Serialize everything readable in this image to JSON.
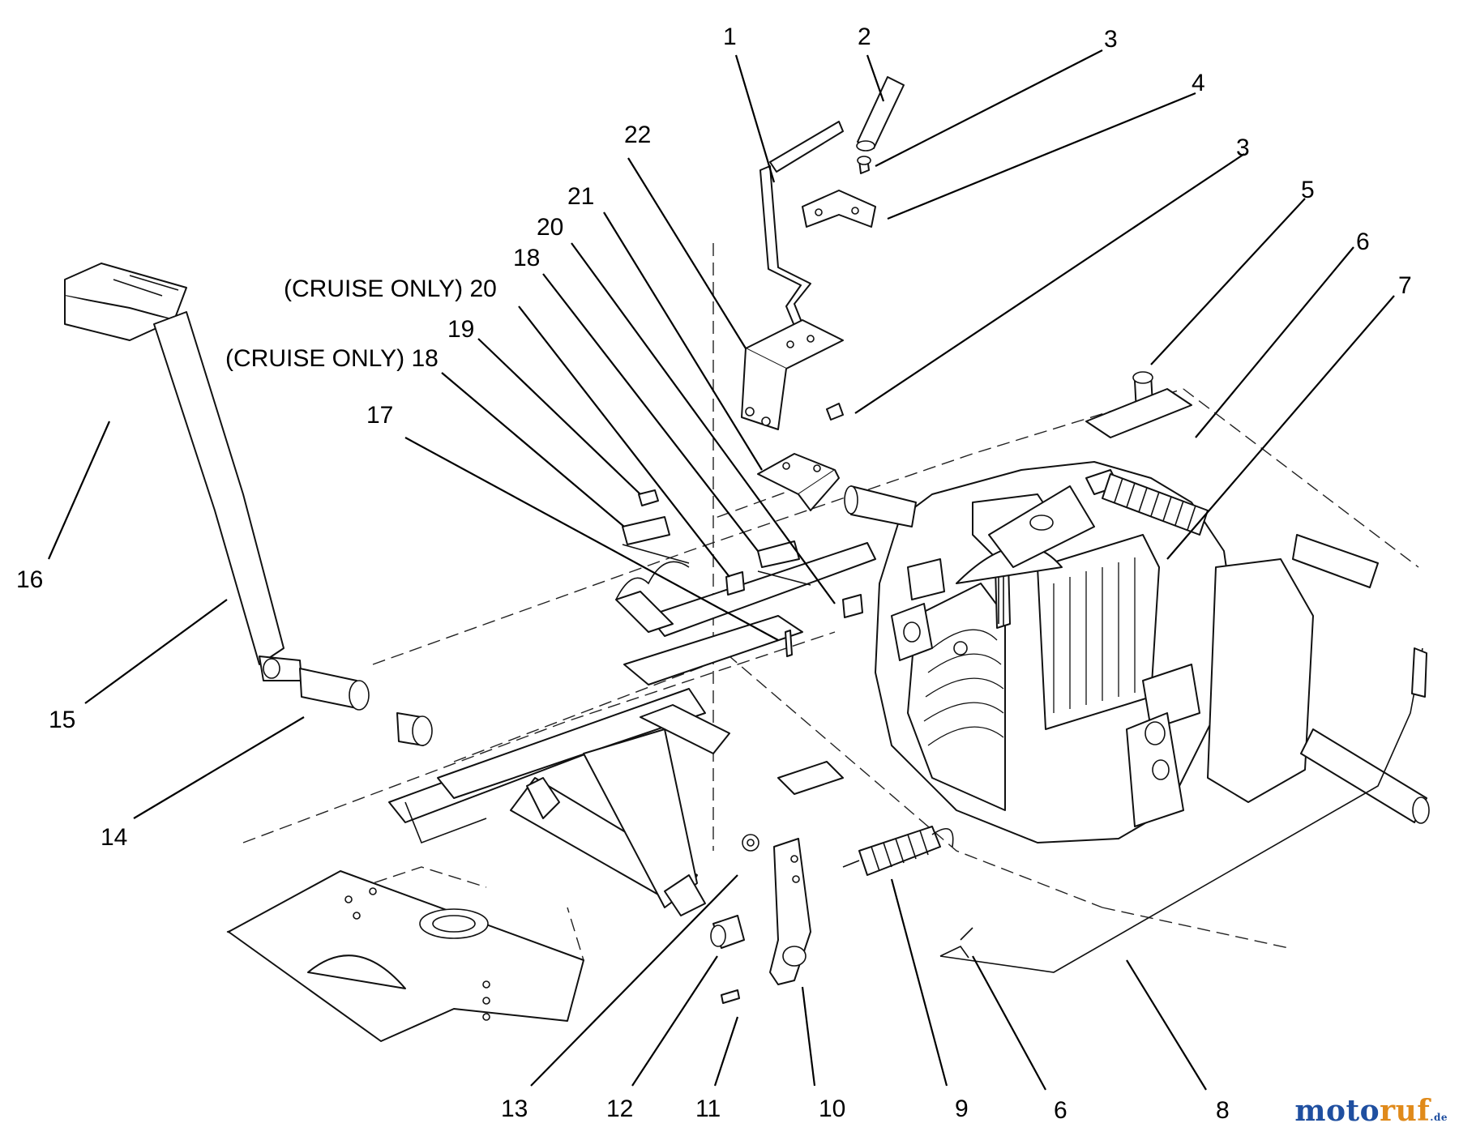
{
  "labels": [
    "1",
    "2",
    "3",
    "4",
    "3",
    "5",
    "6",
    "7",
    "22",
    "21",
    "20",
    "18",
    "(CRUISE ONLY) 20",
    "19",
    "(CRUISE ONLY) 18",
    "17",
    "16",
    "15",
    "14",
    "13",
    "12",
    "11",
    "10",
    "9",
    "6",
    "8"
  ],
  "watermark": {
    "part1": "moto",
    "part2": "ruf",
    "tld": ".de"
  }
}
